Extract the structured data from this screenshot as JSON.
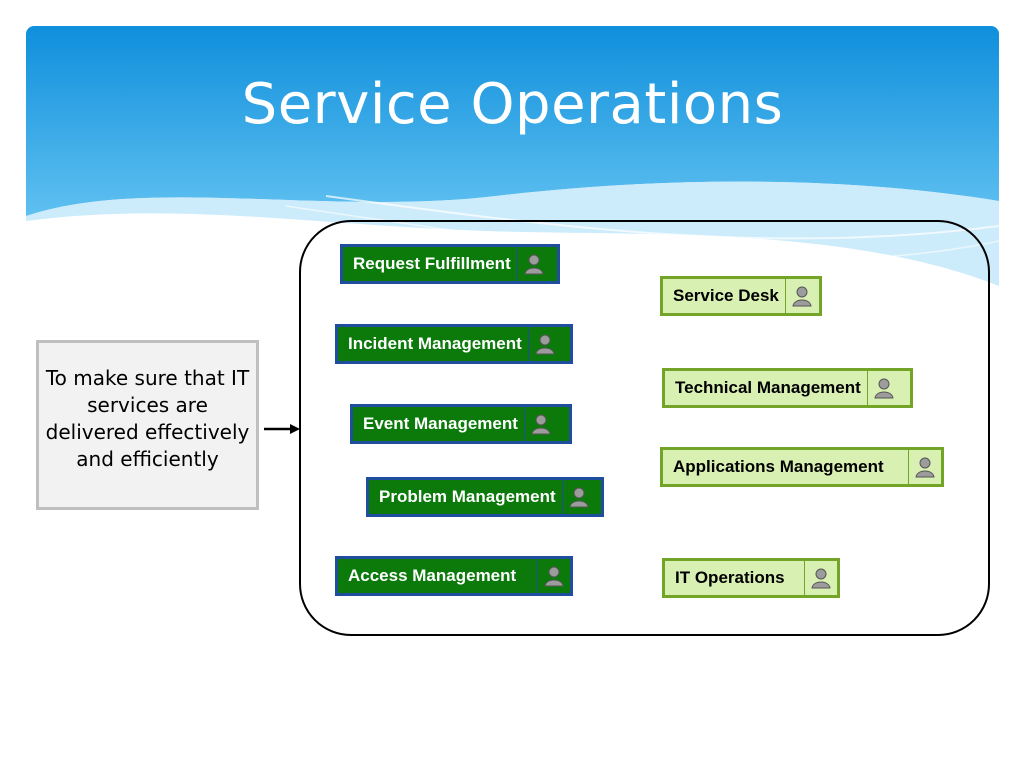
{
  "slide": {
    "title": "Service Operations",
    "goal": "To make sure that IT services are delivered effectively and efficiently"
  },
  "processes": [
    {
      "label": "Request Fulfillment",
      "style": "dark",
      "icon": "person-icon"
    },
    {
      "label": "Incident Management",
      "style": "dark",
      "icon": "person-icon"
    },
    {
      "label": "Event Management",
      "style": "dark",
      "icon": "person-icon"
    },
    {
      "label": "Problem Management",
      "style": "dark",
      "icon": "person-icon"
    },
    {
      "label": "Access Management",
      "style": "dark",
      "icon": "person-icon"
    }
  ],
  "functions": [
    {
      "label": "Service Desk",
      "style": "light",
      "icon": "person-icon"
    },
    {
      "label": "Technical Management",
      "style": "light",
      "icon": "person-icon"
    },
    {
      "label": "Applications Management",
      "style": "light",
      "icon": "person-icon"
    },
    {
      "label": "IT Operations",
      "style": "light",
      "icon": "person-icon"
    }
  ],
  "colors": {
    "header_blue": "#1e9be0",
    "process_fill": "#0b7a0b",
    "process_border": "#1f4e9e",
    "function_fill": "#d9f0b3",
    "function_border": "#72a428"
  }
}
